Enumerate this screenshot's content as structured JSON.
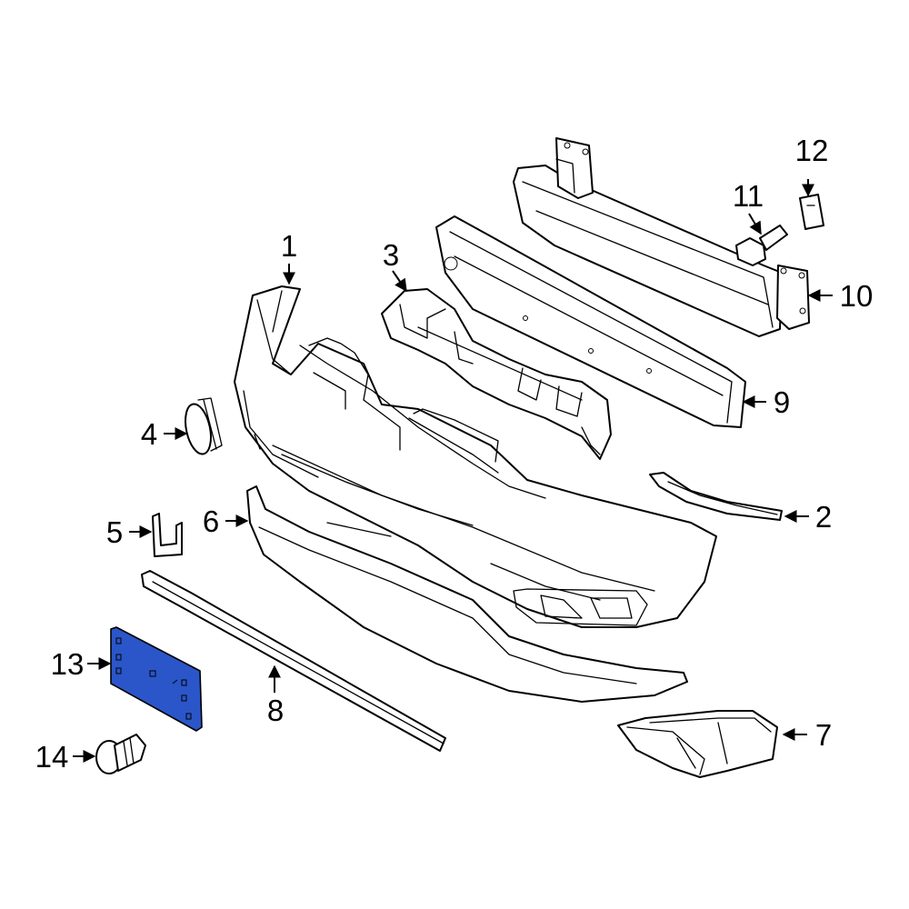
{
  "diagram": {
    "highlight_color": "#2b56c9",
    "callouts": [
      {
        "id": "c1",
        "label": "1"
      },
      {
        "id": "c2",
        "label": "2"
      },
      {
        "id": "c3",
        "label": "3"
      },
      {
        "id": "c4",
        "label": "4"
      },
      {
        "id": "c5",
        "label": "5"
      },
      {
        "id": "c6",
        "label": "6"
      },
      {
        "id": "c7",
        "label": "7"
      },
      {
        "id": "c8",
        "label": "8"
      },
      {
        "id": "c9",
        "label": "9"
      },
      {
        "id": "c10",
        "label": "10"
      },
      {
        "id": "c11",
        "label": "11"
      },
      {
        "id": "c12",
        "label": "12"
      },
      {
        "id": "c13",
        "label": "13"
      },
      {
        "id": "c14",
        "label": "14"
      }
    ]
  }
}
